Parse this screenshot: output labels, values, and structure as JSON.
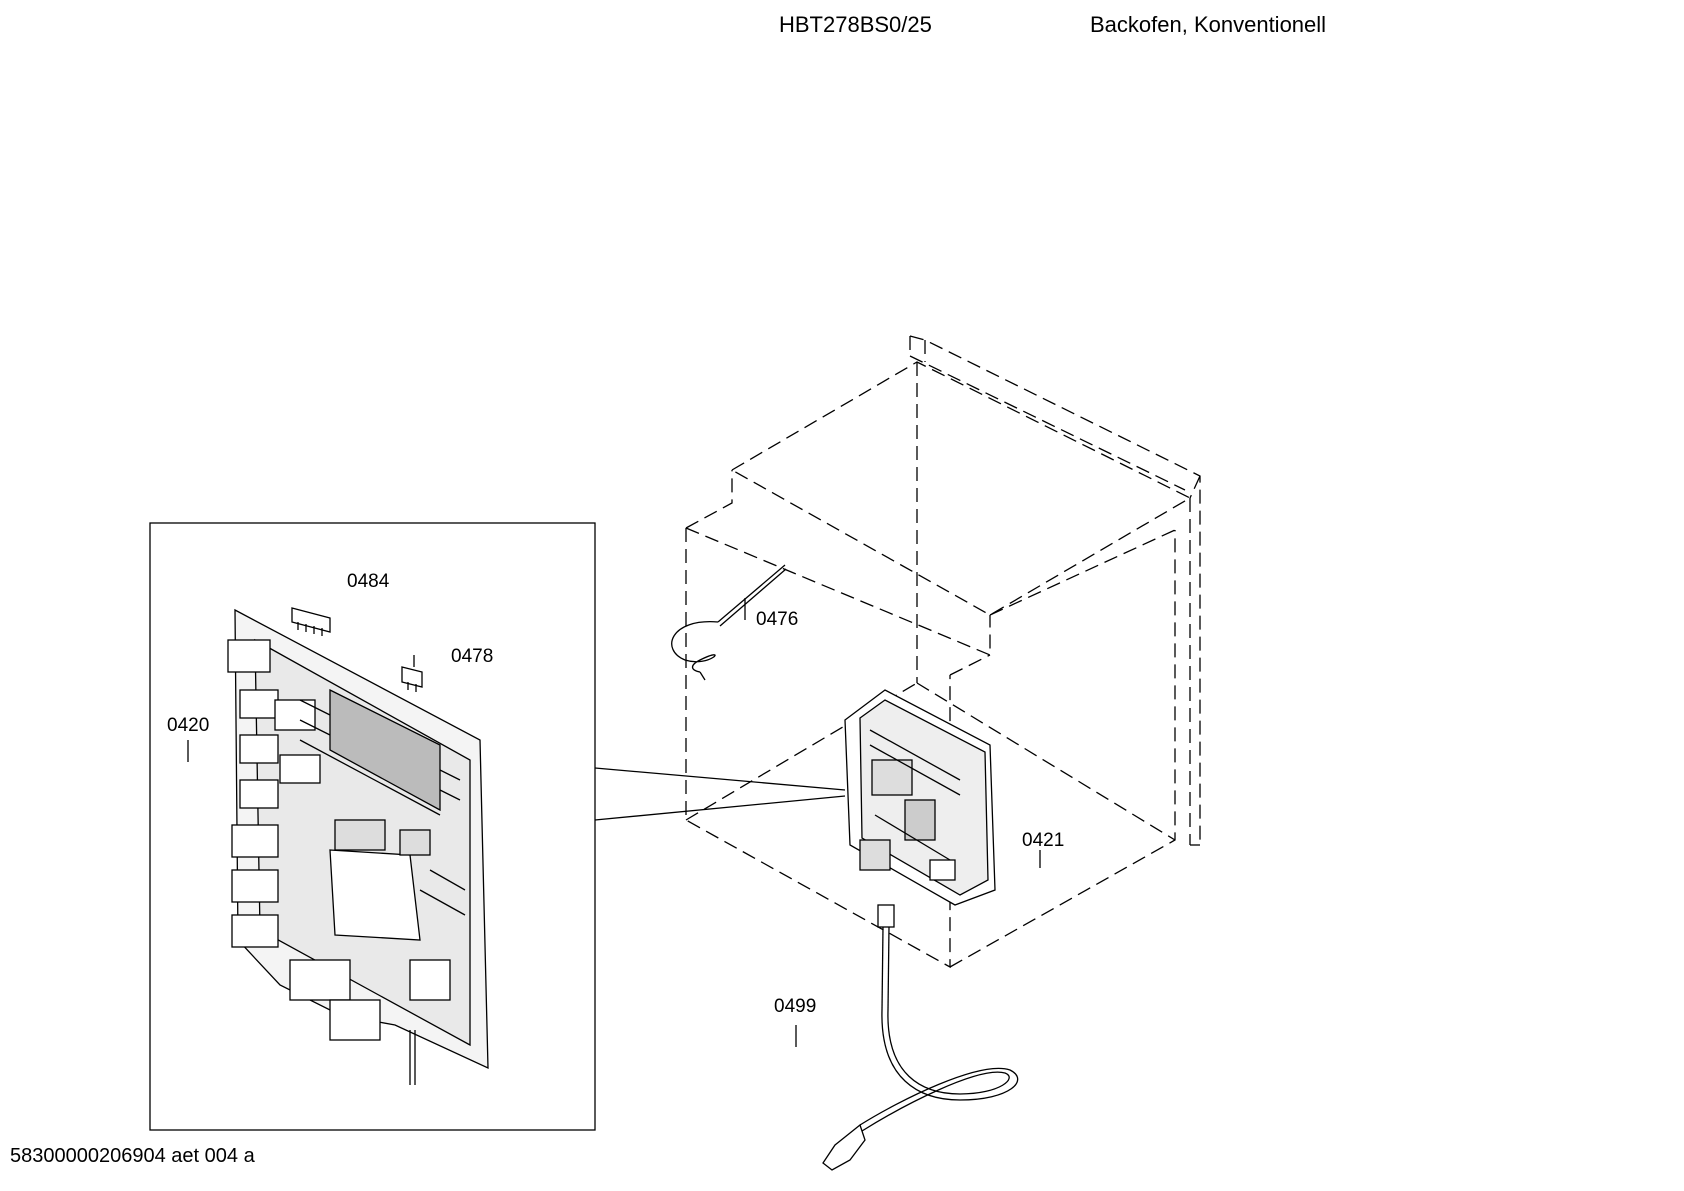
{
  "header": {
    "model": "HBT278BS0/25",
    "description": "Backofen, Konventionell"
  },
  "footer": {
    "document_code": "58300000206904 aet 004 a"
  },
  "parts": {
    "p0484": "0484",
    "p0478": "0478",
    "p0420": "0420",
    "p0476": "0476",
    "p0421": "0421",
    "p0499": "0499"
  }
}
